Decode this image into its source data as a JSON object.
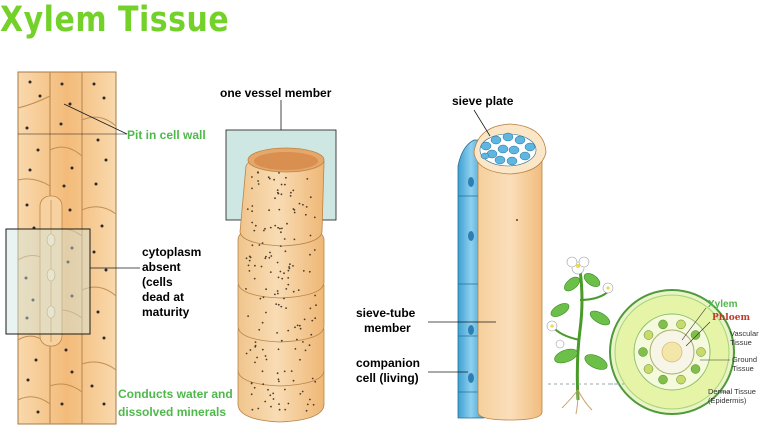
{
  "title": "Xylem Tissue",
  "labels": {
    "pit": "Pit in cell wall",
    "cytoplasm": [
      "cytoplasm",
      "absent",
      "(cells",
      "dead at",
      "maturity"
    ],
    "conducts": [
      "Conducts water and",
      "dissolved minerals"
    ],
    "vessel_member": "one vessel member",
    "sieve_plate": "sieve plate",
    "sieve_tube": [
      "sieve-tube",
      "member"
    ],
    "companion": [
      "companion",
      "cell (living)"
    ]
  },
  "cross_section": {
    "xylem": "Xylem",
    "phloem": "Phloem",
    "vascular": [
      "Vascular",
      "Tissue"
    ],
    "ground": [
      "Ground",
      "Tissue"
    ],
    "dermal": [
      "Dermal Tissue",
      "(Epidermis)"
    ]
  },
  "colors": {
    "title": "#74d12a",
    "green_label": "#4fb84b",
    "cell_fill": "#f6c68c",
    "sieve_blue": "#5fb6e0",
    "inset_box": "#cfe7e3"
  }
}
